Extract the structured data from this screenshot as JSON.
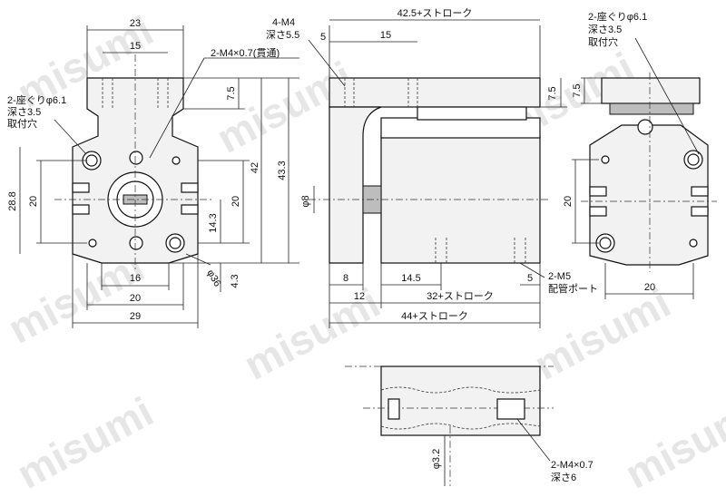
{
  "watermark": "misumi",
  "front_view": {
    "dims": {
      "top_width": "23",
      "inner_width": "15",
      "tap_callout": "2-M4×0.7(貫通)",
      "cbore_line1": "2-座ぐりφ6.1",
      "cbore_line2": "深さ3.5",
      "cbore_line3": "取付穴",
      "h_7_5": "7.5",
      "h_42": "42",
      "h_43_3": "43.3",
      "h_28_8": "28.8",
      "h_20_left": "20",
      "h_20_right": "20",
      "h_14_3": "14.3",
      "h_4_3": "4.3",
      "dia_36": "φ36",
      "w_16": "16",
      "w_20": "20",
      "w_29": "29"
    }
  },
  "side_view": {
    "dims": {
      "tap_4m4_line1": "4-M4",
      "tap_4m4_line2": "深さ5.5",
      "d_5_top": "5",
      "d_15": "15",
      "d_42_5": "42.5+ストローク",
      "d_7_5": "7.5",
      "phi_8": "φ8",
      "d_8": "8",
      "d_12": "12",
      "d_14_5": "14.5",
      "d_5_bottom": "5",
      "d_32": "32+ストローク",
      "d_44": "44+ストローク",
      "port_line1": "2-M5",
      "port_line2": "配管ポート"
    }
  },
  "right_view": {
    "dims": {
      "cbore_line1": "2-座ぐりφ6.1",
      "cbore_line2": "深さ3.5",
      "cbore_line3": "取付穴",
      "d_7_5": "7.5",
      "d_20_vertical": "20",
      "d_20_horizontal": "20"
    }
  },
  "bottom_view": {
    "dims": {
      "phi_3_2": "φ3.2",
      "tap_line1": "2-M4×0.7",
      "tap_line2": "深さ6"
    }
  }
}
